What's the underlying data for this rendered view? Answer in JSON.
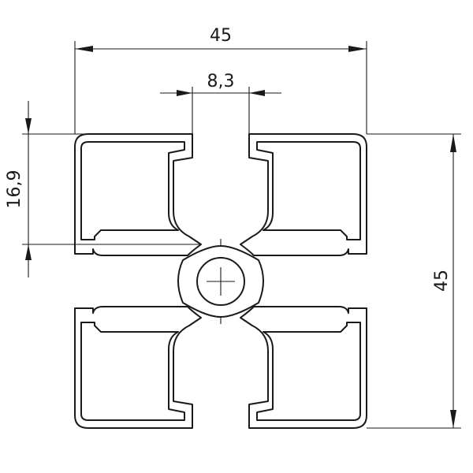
{
  "drawing": {
    "title": "",
    "dimensions": {
      "overall_width": "45",
      "overall_height": "45",
      "slot_width": "8,3",
      "slot_depth": "16,9"
    }
  }
}
